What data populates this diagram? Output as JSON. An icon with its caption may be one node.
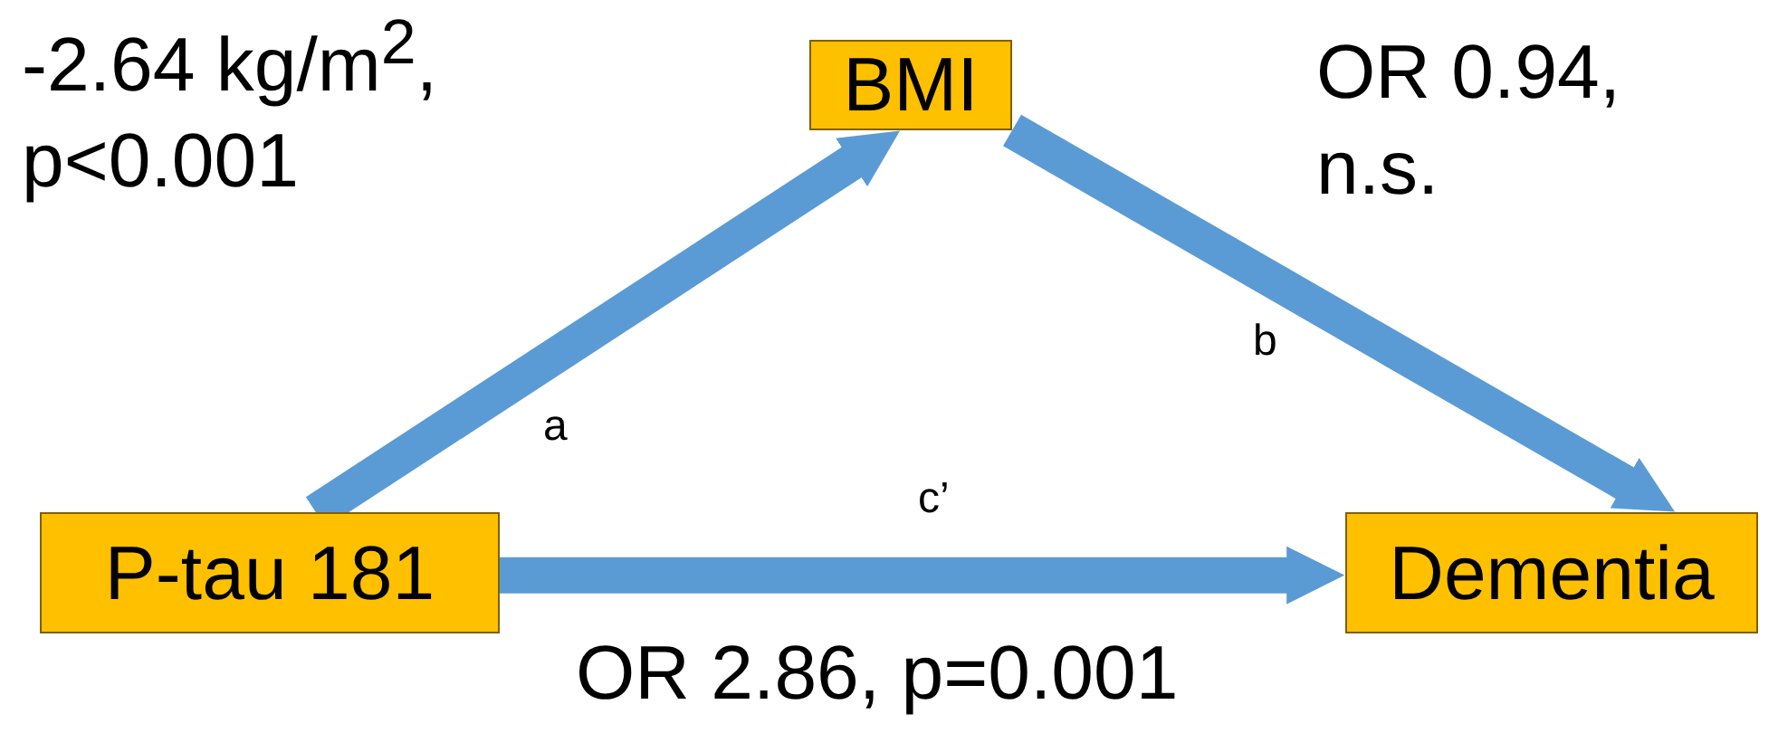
{
  "diagram": {
    "nodes": [
      {
        "text": [
          "BMI"
        ]
      },
      {
        "text": [
          "P-tau 181"
        ]
      },
      {
        "text": [
          "Dementia"
        ]
      }
    ],
    "edges": [
      {
        "from": 1,
        "to": 0,
        "arrow": "to",
        "label": "a"
      },
      {
        "from": 0,
        "to": 2,
        "arrow": "to",
        "label": "b"
      },
      {
        "from": 1,
        "to": 2,
        "arrow": "to",
        "label": "c’"
      }
    ],
    "labels": [
      "-2.64 kg/m$^{2}$, p<0.001",
      "OR 0.94, n.s.",
      "OR 2.86, p=0.001"
    ]
  }
}
